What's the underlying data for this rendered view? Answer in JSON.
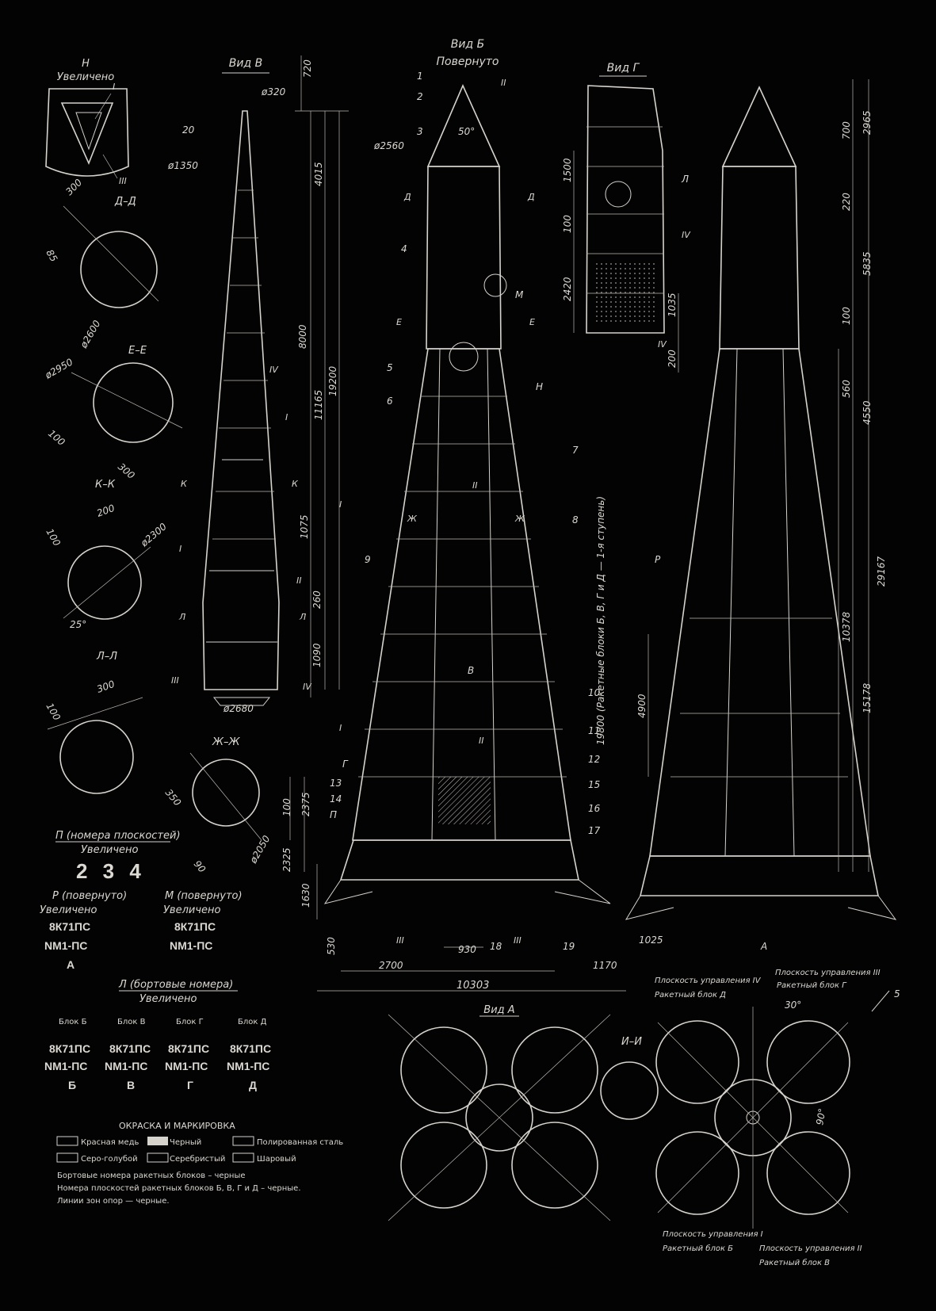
{
  "colors": {
    "background": "#030303",
    "line": "#d6d2cc"
  },
  "views": {
    "h_title": "Н",
    "h_sub": "Увеличено",
    "v_title": "Вид В",
    "b_title": "Вид Б",
    "b_sub": "Повернуто",
    "g_title": "Вид Г",
    "a_title": "Вид А",
    "ii_title": "И–И"
  },
  "sections": {
    "dd": "Д–Д",
    "ee": "Е–Е",
    "kk": "К–К",
    "ll": "Л–Л",
    "zhzh": "Ж–Ж"
  },
  "dims": {
    "d320": "ø320",
    "d1350": "ø1350",
    "d2560": "ø2560",
    "d2680": "ø2680",
    "d2600": "ø2600",
    "d2950": "ø2950",
    "d2300": "ø2300",
    "d2050": "ø2050",
    "n720": "720",
    "n4015": "4015",
    "n8000": "8000",
    "n11165": "11165",
    "n19200": "19200",
    "n1075": "1075",
    "n260": "260",
    "n1090": "1090",
    "n1500": "1500",
    "n100a": "100",
    "n2420": "2420",
    "n1035": "1035",
    "n200": "200",
    "n2965": "2965",
    "n700": "700",
    "n220": "220",
    "n5835": "5835",
    "n100b": "100",
    "n560": "560",
    "n4550": "4550",
    "n29167": "29167",
    "n10378": "10378",
    "n15178": "15178",
    "n4900": "4900",
    "n100c": "100",
    "n2375": "2375",
    "n2325": "2325",
    "n1630": "1630",
    "n530": "530",
    "n2700": "2700",
    "n10303": "10303",
    "n930": "930",
    "n1170": "1170",
    "n1025": "1025",
    "s300a": "300",
    "s85": "85",
    "s100a": "100",
    "s300b": "300",
    "s200": "200",
    "s100b": "100",
    "s25": "25°",
    "s300c": "300",
    "s100c": "100",
    "s350": "350",
    "s90": "90",
    "a50": "50°",
    "a30": "30°",
    "a90": "90°",
    "vertical_note": "19800 (Ракетные блоки Б, В, Г и Д — 1-я ступень)"
  },
  "callouts": {
    "c1": "1",
    "c2": "2",
    "c3": "3",
    "c4": "4",
    "c5": "5",
    "c6": "6",
    "c7": "7",
    "c8": "8",
    "c9": "9",
    "c10": "10",
    "c11": "11",
    "c12": "12",
    "c13": "13",
    "c14": "14",
    "c15": "15",
    "c16": "16",
    "c17": "17",
    "c18": "18",
    "c19": "19",
    "c20": "20",
    "rI": "I",
    "rII": "II",
    "rIII": "III",
    "rIV": "IV",
    "M": "М",
    "N": "Н",
    "L": "Л",
    "P": "Р",
    "Pi": "П",
    "V": "В",
    "G": "Г",
    "A": "А",
    "D": "Д",
    "E": "Е",
    "K": "К",
    "Zh": "Ж"
  },
  "markings": {
    "p_title": "П (номера плоскостей)",
    "p_sub": "Увеличено",
    "p_numbers": "2 3 4",
    "r_title": "Р (повернуто)",
    "r_sub": "Увеличено",
    "m_title": "М (повернуто)",
    "m_sub": "Увеличено",
    "code1": "8К71ПС",
    "code2": "NМ1-ПС",
    "r_letter": "А",
    "l_title": "Л (бортовые номера)",
    "l_sub": "Увеличено",
    "blocks": [
      {
        "name": "Блок Б",
        "c1": "8К71ПС",
        "c2": "NМ1-ПС",
        "letter": "Б"
      },
      {
        "name": "Блок В",
        "c1": "8К71ПС",
        "c2": "NМ1-ПС",
        "letter": "В"
      },
      {
        "name": "Блок Г",
        "c1": "8К71ПС",
        "c2": "NМ1-ПС",
        "letter": "Г"
      },
      {
        "name": "Блок Д",
        "c1": "8К71ПС",
        "c2": "NМ1-ПС",
        "letter": "Д"
      }
    ]
  },
  "legend": {
    "title": "ОКРАСКА И МАРКИРОВКА",
    "items": [
      "Красная медь",
      "Черный",
      "Полированная сталь",
      "Серо-голубой",
      "Серебристый",
      "Шаровый"
    ],
    "notes": [
      "Бортовые номера ракетных блоков – черные",
      "Номера плоскостей ракетных блоков Б, В, Г и Д – черные.",
      "Линии зон опор — черные."
    ]
  },
  "planes": {
    "pIV": "Плоскость управления IV",
    "bD": "Ракетный блок Д",
    "pIII": "Плоскость управления III",
    "bG": "Ракетный блок Г",
    "pI": "Плоскость управления I",
    "bB": "Ракетный блок Б",
    "pII": "Плоскость управления II",
    "bV": "Ракетный блок В",
    "arrow5": "5"
  }
}
